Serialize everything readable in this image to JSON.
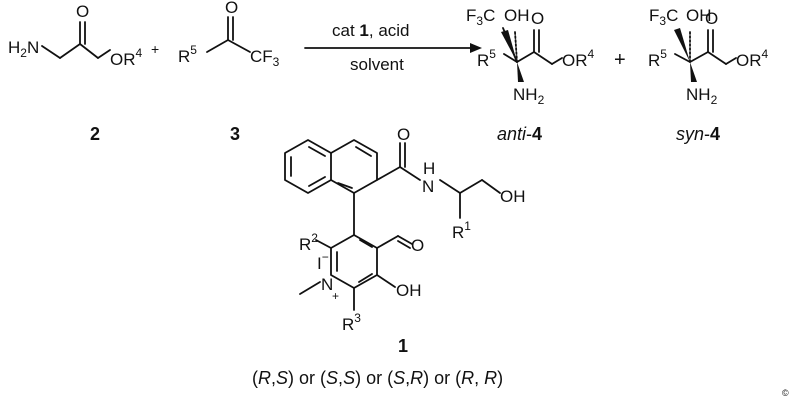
{
  "reaction": {
    "arrow_top_prefix": "cat ",
    "arrow_top_num": "1",
    "arrow_top_suffix": ", acid",
    "arrow_bottom": "solvent",
    "plus_small": "+",
    "plus_big": "+"
  },
  "compound2": {
    "label": "2",
    "h2n": "H",
    "sub2": "2",
    "n": "N",
    "o": "O",
    "or4_or": "OR",
    "or4_sup": "4"
  },
  "compound3": {
    "label": "3",
    "r": "R",
    "r_sup": "5",
    "cf3_cf": "CF",
    "cf3_sub": "3",
    "o": "O"
  },
  "anti4": {
    "italic": "anti",
    "suffix": "-",
    "bold": "4",
    "f3c_f": "F",
    "f3c_sub": "3",
    "f3c_c": "C",
    "oh": "OH",
    "o": "O",
    "r": "R",
    "r_sup": "5",
    "or": "OR",
    "or_sup": "4",
    "nh": "NH",
    "nh_sub": "2"
  },
  "syn4": {
    "italic": "syn",
    "suffix": "-",
    "bold": "4",
    "f3c_f": "F",
    "f3c_sub": "3",
    "f3c_c": "C",
    "oh": "OH",
    "o": "O",
    "r": "R",
    "r_sup": "5",
    "or": "OR",
    "or_sup": "4",
    "nh": "NH",
    "nh_sub": "2"
  },
  "catalyst1": {
    "label": "1",
    "o_amide": "O",
    "nh": "N",
    "h": "H",
    "oh_side": "OH",
    "r1": "R",
    "r1_sup": "1",
    "r2": "R",
    "r2_sup": "2",
    "r3": "R",
    "r3_sup": "3",
    "iodide": "I",
    "minus": "−",
    "n_plus": "N",
    "plus": "+",
    "cho_o": "O",
    "oh_ring": "OH"
  },
  "stereo_caption": {
    "p1": "(",
    "r_a": "R",
    "c1": ",",
    "s_a": "S",
    "p2": ") or (",
    "s_b": "S",
    "c2": ",",
    "s_c": "S",
    "p3": ") or (",
    "s_d": "S",
    "c3": ",",
    "r_b": "R",
    "p4": ") or (",
    "r_c": "R",
    "c4": ", ",
    "r_d": "R",
    "p5": ")"
  },
  "corner_mark": "©"
}
